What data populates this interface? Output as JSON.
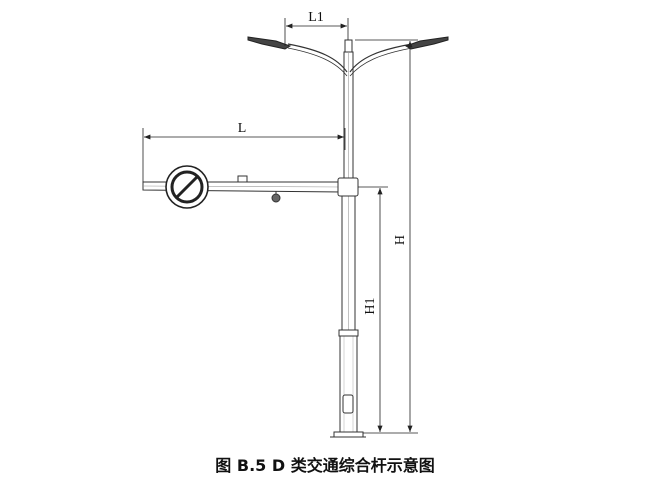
{
  "labels": {
    "l1": "L1",
    "l": "L",
    "h": "H",
    "h1": "H1"
  },
  "caption": "图 B.5 D 类交通综合杆示意图"
}
